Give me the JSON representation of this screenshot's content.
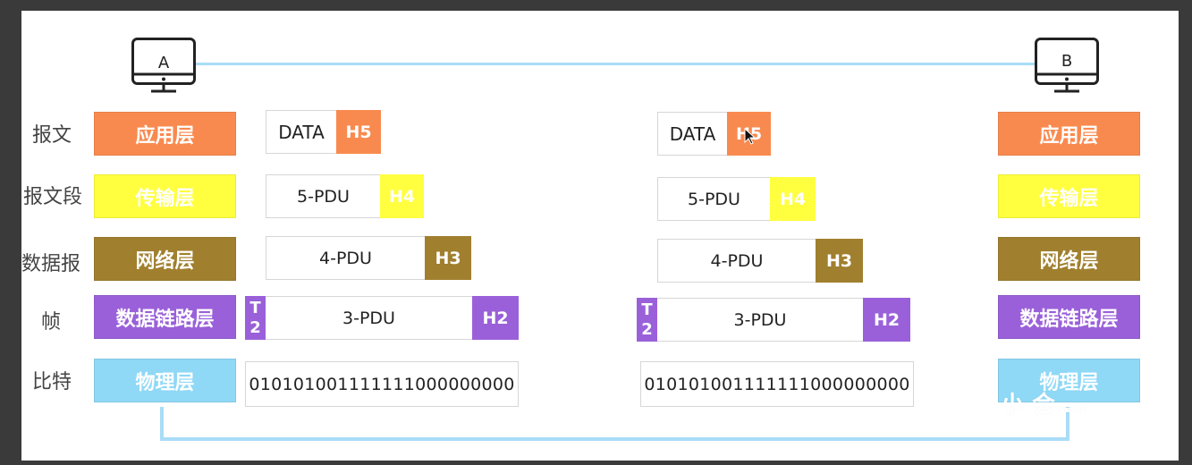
{
  "hosts": {
    "a": "A",
    "b": "B"
  },
  "row_labels": [
    "报文",
    "报文段",
    "数据报",
    "帧",
    "比特"
  ],
  "layers": [
    "应用层",
    "传输层",
    "网络层",
    "数据链路层",
    "物理层"
  ],
  "pdus": {
    "data": "DATA",
    "h5": "H5",
    "pdu5": "5-PDU",
    "h4": "H4",
    "pdu4": "4-PDU",
    "h3": "H3",
    "pdu3": "3-PDU",
    "h2": "H2",
    "t2_top": "T",
    "t2_bottom": "2",
    "bits": "010101001111111000000000"
  },
  "watermark": "小 会 …",
  "colors": {
    "application": "#f98a4f",
    "transport": "#ffff40",
    "network": "#a07f2e",
    "datalink": "#9a60d9",
    "physical": "#8fd8f6",
    "link": "#a9dcf7"
  }
}
